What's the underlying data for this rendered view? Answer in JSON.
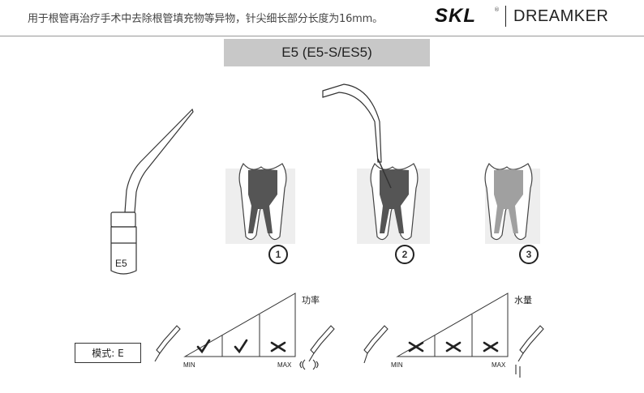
{
  "header": {
    "description": "用于根管再治疗手术中去除根管填充物等异物，针尖细长部分长度为16mm。",
    "brand_logo": "SKL",
    "brand_registered": "®",
    "brand_name": "DREAMKER"
  },
  "model": {
    "title": "E5 (E5-S/ES5)"
  },
  "tip": {
    "label": "E5"
  },
  "steps": [
    "1",
    "2",
    "3"
  ],
  "mode": {
    "label": "模式: E"
  },
  "power_scale": {
    "title": "功率",
    "min_label": "MIN",
    "max_label": "MAX",
    "levels": [
      "check",
      "check",
      "cross"
    ]
  },
  "water_scale": {
    "title": "水量",
    "min_label": "MIN",
    "max_label": "MAX",
    "levels": [
      "cross",
      "cross",
      "cross"
    ]
  }
}
